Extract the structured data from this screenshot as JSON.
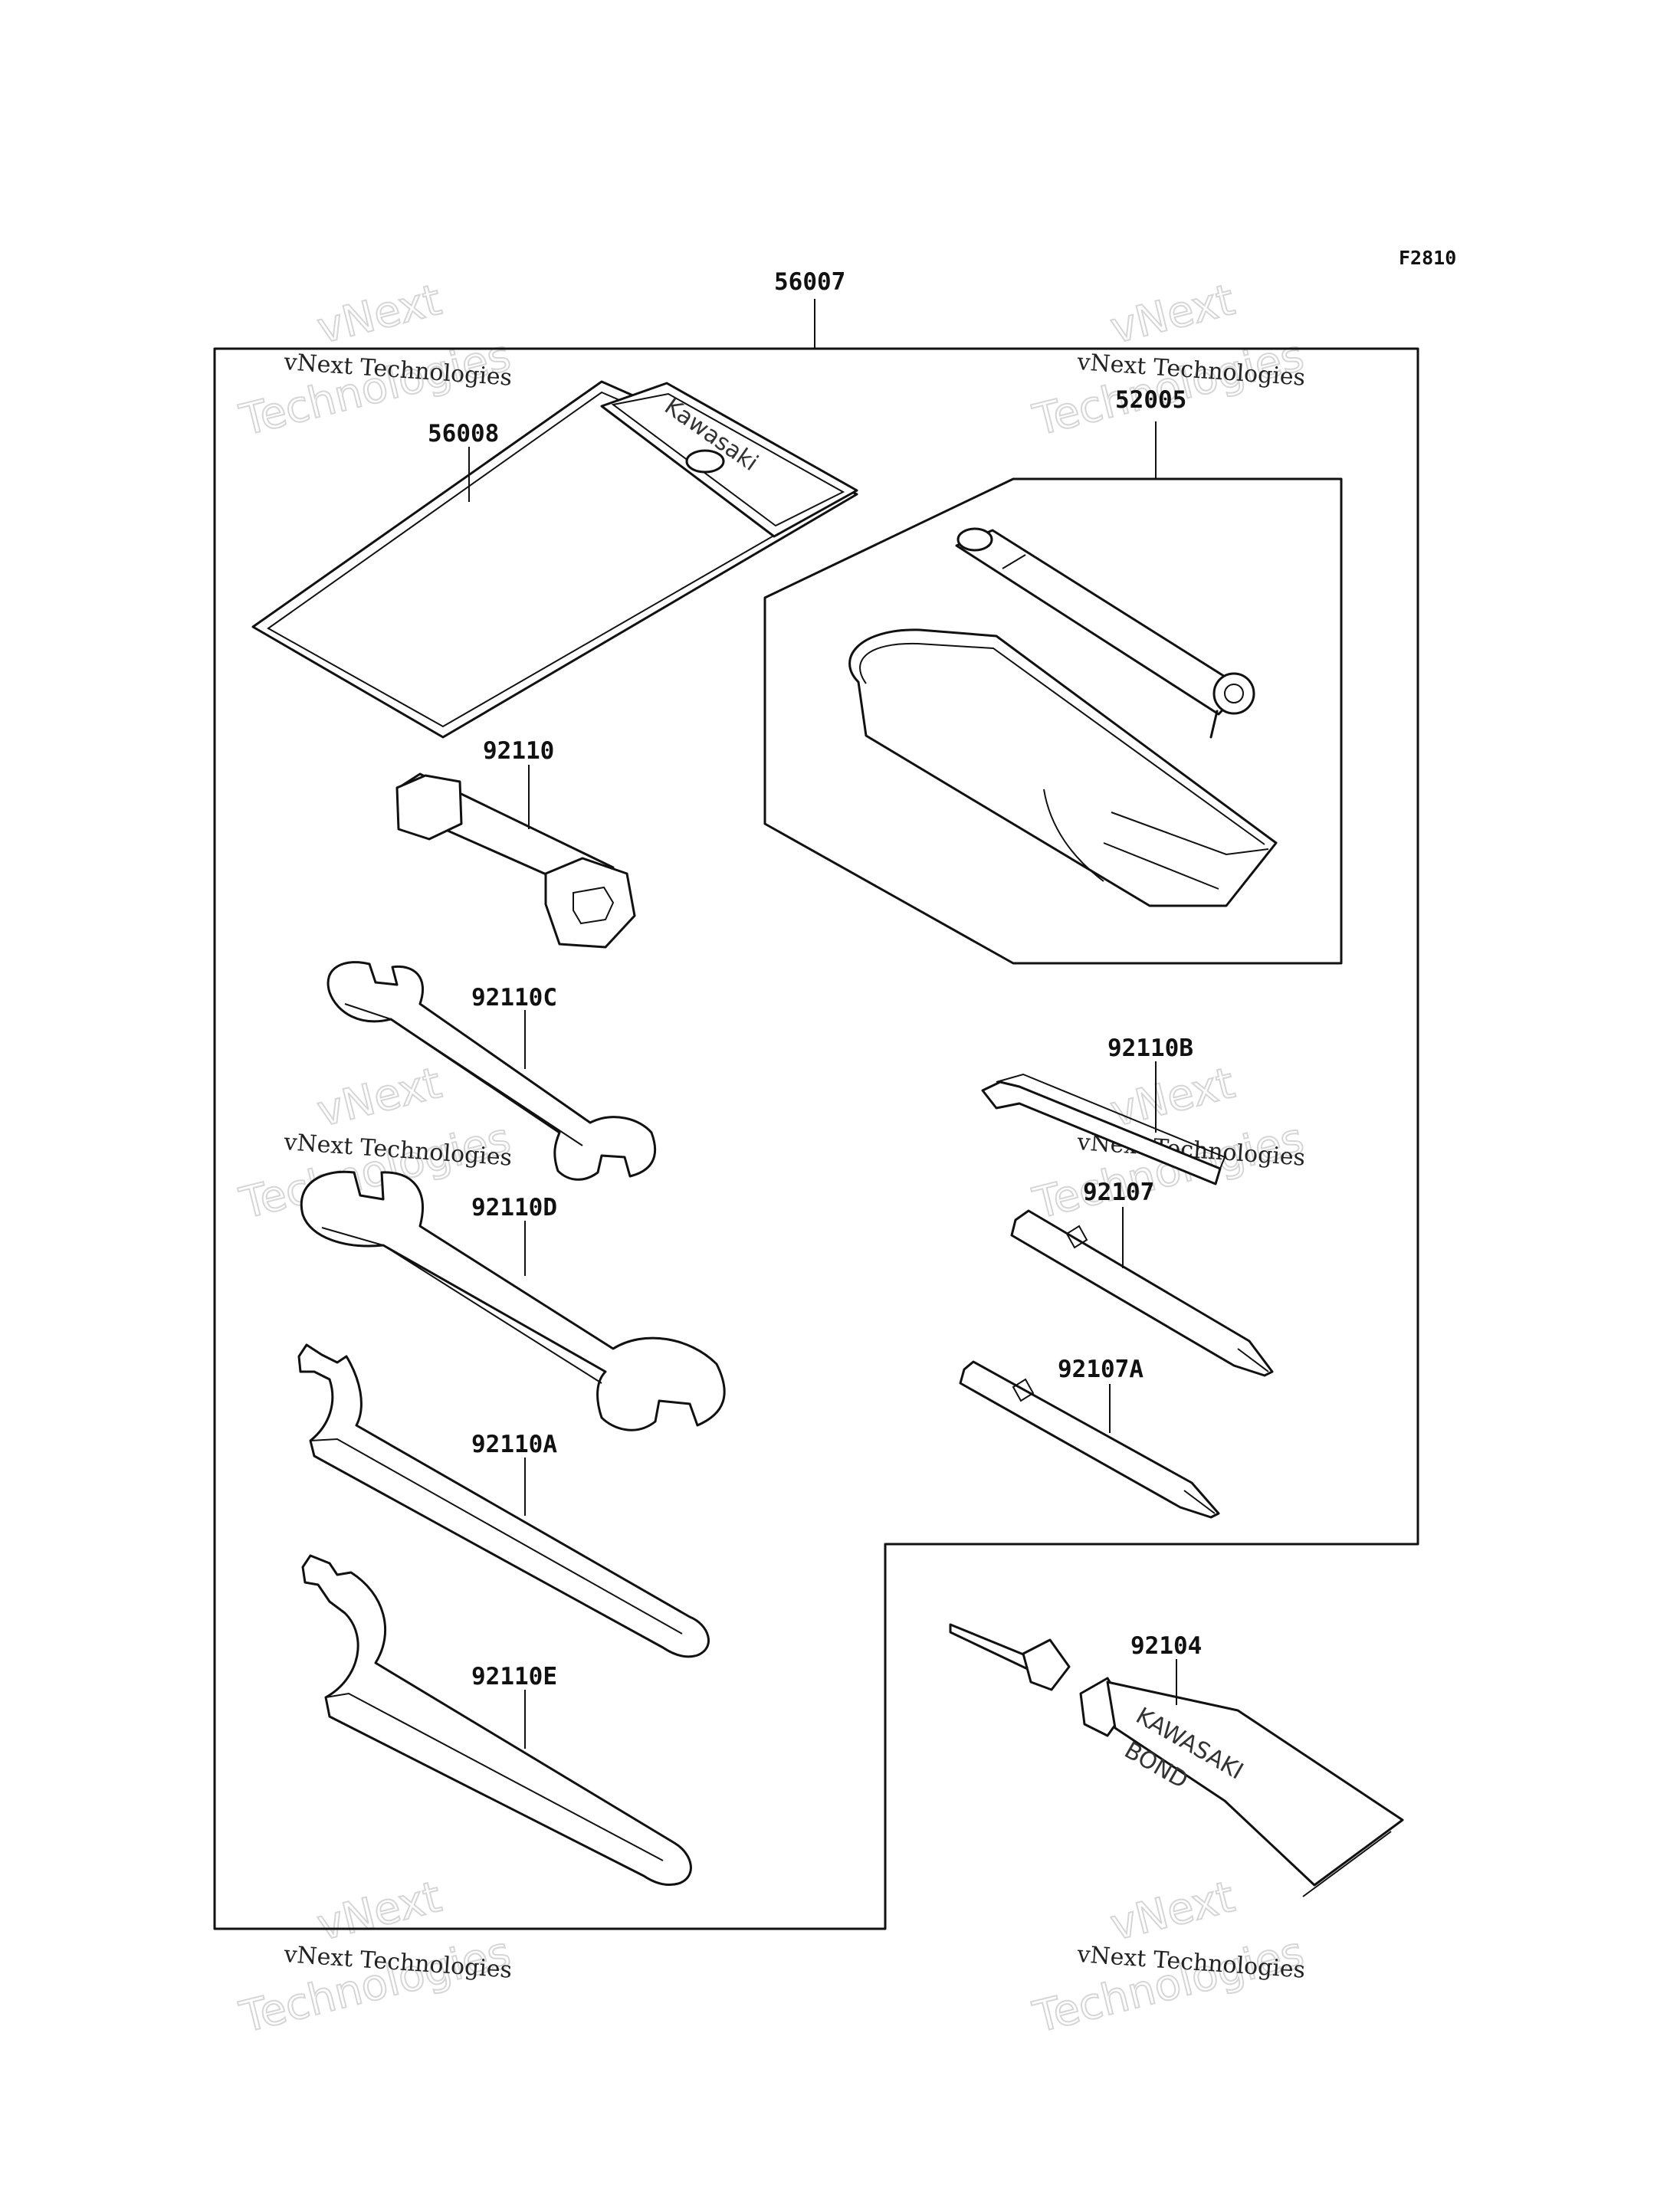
{
  "figure_id": "F2810",
  "parts": {
    "tool_kit": "56007",
    "case": "56008",
    "pump_kit": "52005",
    "plug_wrench": "92110",
    "wrench_c": "92110C",
    "hex_key": "92110B",
    "wrench_d": "92110D",
    "screwdriver": "92107",
    "screwdriver_a": "92107A",
    "hook_wrench_a": "92110A",
    "hook_wrench_e": "92110E",
    "bond": "92104"
  },
  "stamps": {
    "case_brand": "Kawasaki",
    "tube_line1": "KAWASAKI",
    "tube_line2": "BOND"
  },
  "watermark": {
    "line1": "vNext",
    "line2": "Technologies",
    "caption": "vNext Technologies"
  }
}
